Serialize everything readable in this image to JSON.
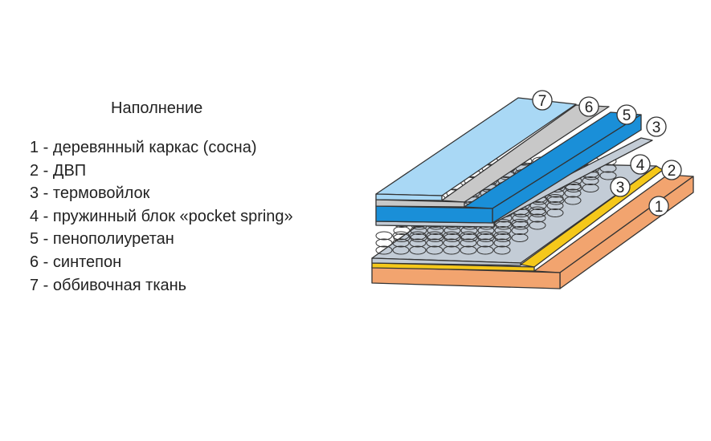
{
  "title": "Наполнение",
  "legend": [
    "1 - деревянный каркас (сосна)",
    "2 - ДВП",
    "3 - термовойлок",
    "4 - пружинный блок «pocket spring»",
    "5 - пенополиуретан",
    "6 - синтепон",
    "7 - оббивочная ткань"
  ],
  "callouts": [
    "7",
    "6",
    "5",
    "3",
    "4",
    "2",
    "3",
    "1"
  ],
  "colors": {
    "frame": "#f2a46f",
    "fiberboard": "#f5c81a",
    "felt": "#c3ccd6",
    "foam": "#1a8fd8",
    "padding": "#c8c8c8",
    "fabric": "#a9d8f5"
  }
}
